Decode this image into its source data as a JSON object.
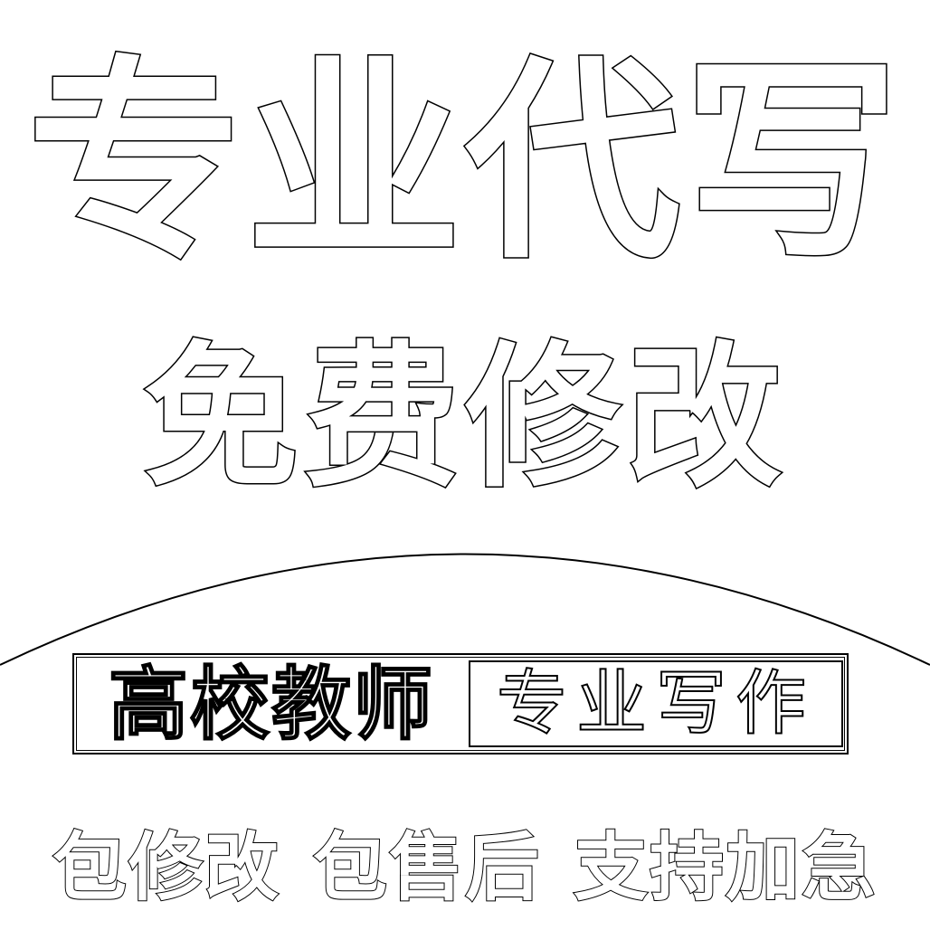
{
  "headline": "专业代写",
  "subline": "免费修改",
  "banner": {
    "left": "高校教师",
    "right": "专业写作"
  },
  "footer": {
    "items": [
      "包修改",
      "包售后",
      "支持加急"
    ]
  },
  "colors": {
    "text_fill": "#ffffff",
    "text_stroke": "#000000",
    "background": "#ffffff"
  }
}
